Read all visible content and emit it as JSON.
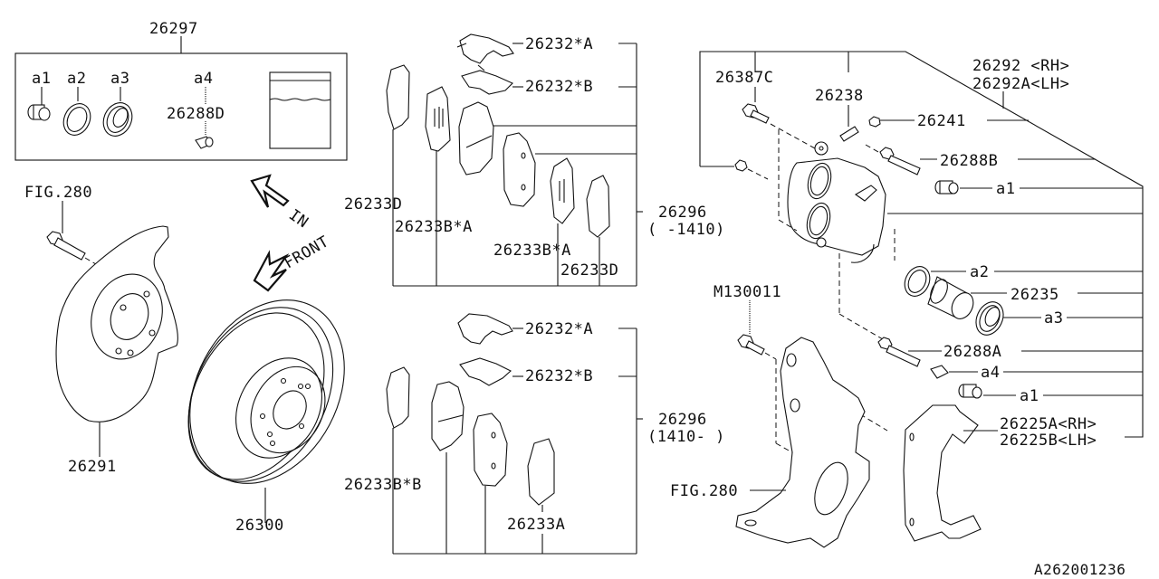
{
  "diagram": {
    "title": "Front Disc Brake Assembly",
    "reference_code": "A262001236",
    "direction_arrows": {
      "in": "IN",
      "front": "FRONT"
    },
    "seal_kit": {
      "part_number": "26297",
      "contents": [
        "a1",
        "a2",
        "a3",
        "a4"
      ],
      "a4_part": "26288D"
    },
    "left_group": {
      "bolt_ref": "FIG.280",
      "dust_cover": "26291",
      "rotor": "26300"
    },
    "pad_kit_early": {
      "part_number": "26296",
      "production_range": "( -1410)",
      "items": [
        "26232*A",
        "26232*B",
        "26233D",
        "26233B*A",
        "26233B*A",
        "26233D"
      ]
    },
    "pad_kit_late": {
      "part_number": "26296",
      "production_range": "(1410- )",
      "items": [
        "26232*A",
        "26232*B",
        "26233B*B",
        "26233A"
      ]
    },
    "caliper": {
      "assembly_rh": "26292 <RH>",
      "assembly_lh": "26292A<LH>",
      "parts": {
        "bolt": "26387C",
        "bleeder": "26238",
        "bleeder_cap": "26241",
        "guide_pin_b": "26288B",
        "boot_a1_top": "a1",
        "seal_a2": "a2",
        "piston": "26235",
        "boot_a3": "a3",
        "guide_pin_a": "26288A",
        "bushing_a4": "a4",
        "boot_a1_bottom": "a1",
        "support_rh": "26225A<RH>",
        "support_lh": "26225B<LH>"
      }
    },
    "knuckle": {
      "bolt": "M130011",
      "ref": "FIG.280"
    }
  }
}
